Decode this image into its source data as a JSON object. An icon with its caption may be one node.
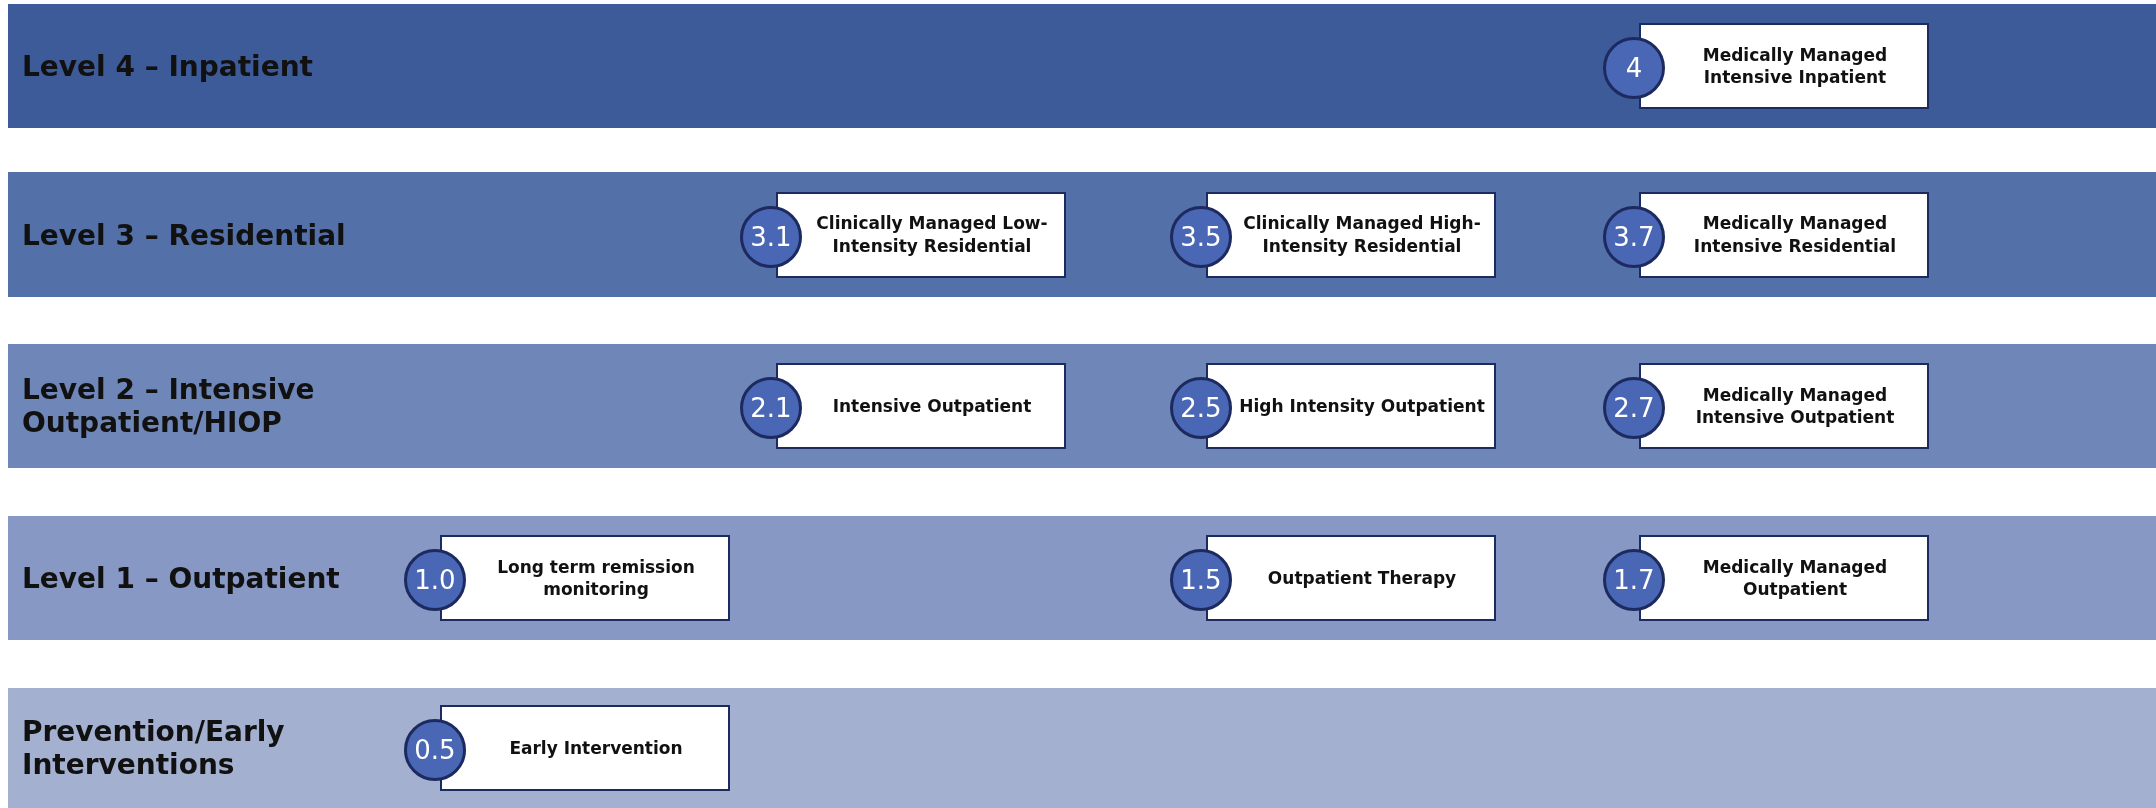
{
  "diagram": {
    "nodes": [
      {
        "text": [
          "Level 4 – Inpatient"
        ]
      },
      {
        "text": [
          "4",
          "Medically Managed Intensive Inpatient"
        ],
        "in": 0
      },
      {
        "text": [
          "Level 3 – Residential"
        ]
      },
      {
        "text": [
          "3.1",
          "Clinically Managed Low-Intensity Residential"
        ],
        "in": 2
      },
      {
        "text": [
          "3.5",
          "Clinically Managed High-Intensity Residential"
        ],
        "in": 2
      },
      {
        "text": [
          "3.7",
          "Medically Managed Intensive Residential"
        ],
        "in": 2
      },
      {
        "text": [
          "Level 2 – Intensive Outpatient/HIOP"
        ]
      },
      {
        "text": [
          "2.1",
          "Intensive Outpatient"
        ],
        "in": 6
      },
      {
        "text": [
          "2.5",
          "High Intensity Outpatient"
        ],
        "in": 6
      },
      {
        "text": [
          "2.7",
          "Medically Managed Intensive Outpatient"
        ],
        "in": 6
      },
      {
        "text": [
          "Level 1 – Outpatient"
        ]
      },
      {
        "text": [
          "1.0",
          "Long term remission monitoring"
        ],
        "in": 10
      },
      {
        "text": [
          "1.5",
          "Outpatient Therapy"
        ],
        "in": 10
      },
      {
        "text": [
          "1.7",
          "Medically Managed Outpatient"
        ],
        "in": 10
      },
      {
        "text": [
          "Prevention/Early Interventions"
        ]
      },
      {
        "text": [
          "0.5",
          "Early Intervention"
        ],
        "in": 14
      }
    ]
  }
}
